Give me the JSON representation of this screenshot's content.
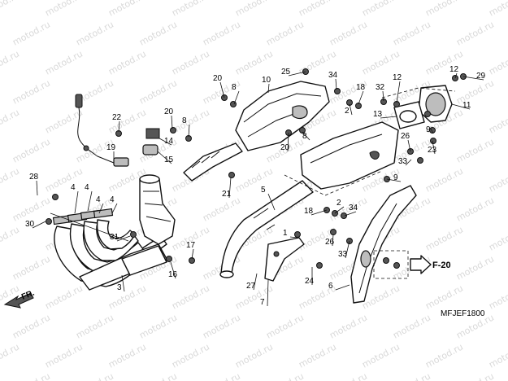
{
  "watermark": "motod.ru",
  "diagram_code": "MFJEF1800",
  "reference": "F-20",
  "front_label": "FR.",
  "callouts": [
    {
      "id": "c1",
      "text": "1"
    },
    {
      "id": "c2a",
      "text": "2"
    },
    {
      "id": "c2b",
      "text": "2"
    },
    {
      "id": "c3",
      "text": "3"
    },
    {
      "id": "c4a",
      "text": "4"
    },
    {
      "id": "c4b",
      "text": "4"
    },
    {
      "id": "c4c",
      "text": "4"
    },
    {
      "id": "c4d",
      "text": "4"
    },
    {
      "id": "c5",
      "text": "5"
    },
    {
      "id": "c6",
      "text": "6"
    },
    {
      "id": "c7",
      "text": "7"
    },
    {
      "id": "c8a",
      "text": "8"
    },
    {
      "id": "c8b",
      "text": "8"
    },
    {
      "id": "c8c",
      "text": "8"
    },
    {
      "id": "c9a",
      "text": "9"
    },
    {
      "id": "c9b",
      "text": "9"
    },
    {
      "id": "c10",
      "text": "10"
    },
    {
      "id": "c11",
      "text": "11"
    },
    {
      "id": "c12",
      "text": "12"
    },
    {
      "id": "c12b",
      "text": "12"
    },
    {
      "id": "c13",
      "text": "13"
    },
    {
      "id": "c14",
      "text": "14"
    },
    {
      "id": "c15",
      "text": "15"
    },
    {
      "id": "c16",
      "text": "16"
    },
    {
      "id": "c17",
      "text": "17"
    },
    {
      "id": "c18a",
      "text": "18"
    },
    {
      "id": "c18b",
      "text": "18"
    },
    {
      "id": "c19",
      "text": "19"
    },
    {
      "id": "c20a",
      "text": "20"
    },
    {
      "id": "c20b",
      "text": "20"
    },
    {
      "id": "c20c",
      "text": "20"
    },
    {
      "id": "c21",
      "text": "21"
    },
    {
      "id": "c22",
      "text": "22"
    },
    {
      "id": "c23",
      "text": "23"
    },
    {
      "id": "c24",
      "text": "24"
    },
    {
      "id": "c25",
      "text": "25"
    },
    {
      "id": "c26a",
      "text": "26"
    },
    {
      "id": "c26b",
      "text": "26"
    },
    {
      "id": "c27",
      "text": "27"
    },
    {
      "id": "c28",
      "text": "28"
    },
    {
      "id": "c29",
      "text": "29"
    },
    {
      "id": "c30",
      "text": "30"
    },
    {
      "id": "c31",
      "text": "31"
    },
    {
      "id": "c32",
      "text": "32"
    },
    {
      "id": "c33a",
      "text": "33"
    },
    {
      "id": "c33b",
      "text": "33"
    },
    {
      "id": "c34a",
      "text": "34"
    },
    {
      "id": "c34b",
      "text": "34"
    }
  ]
}
